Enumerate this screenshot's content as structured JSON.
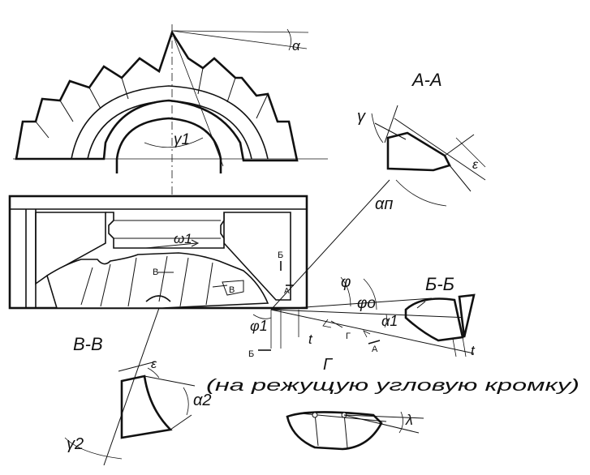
{
  "figure": {
    "labels": {
      "alpha_top": "α",
      "gamma_1": "γ1",
      "omega_1": "ω1",
      "section_aa": "А-А",
      "gamma_aa": "γ",
      "epsilon_aa": "ε",
      "alpha_n": "αп",
      "section_bb": "Б-Б",
      "phi": "φ",
      "phi_o": "φо",
      "alpha_1": "α1",
      "phi_1": "φ1",
      "t_bb": "t",
      "t_tool": "t",
      "cut_b_upper": "Б",
      "cut_b_lower": "Б",
      "cut_a_upper": "А",
      "cut_a_lower": "А",
      "cut_v_upper": "В",
      "cut_v_mid": "В",
      "cut_g": "Г",
      "view_g": "Г",
      "view_g_caption": "(на режущую угловую кромку)",
      "section_vv": "В-В",
      "epsilon_vv": "ε",
      "alpha_2": "α2",
      "gamma_2": "γ2",
      "lambda": "λ"
    }
  }
}
